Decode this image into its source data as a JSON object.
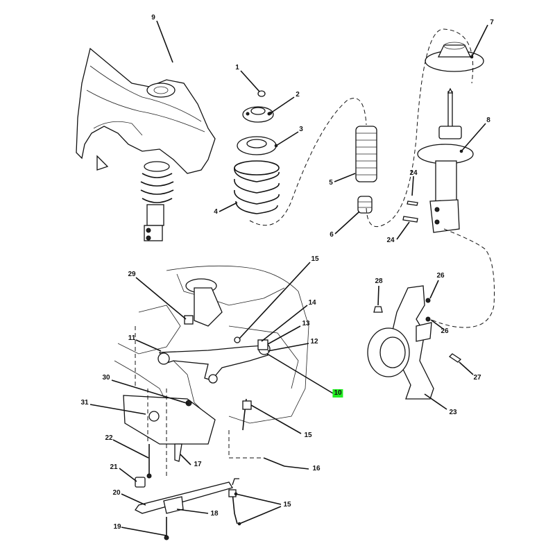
{
  "callouts": {
    "c1": "1",
    "c2": "2",
    "c3": "3",
    "c4": "4",
    "c5": "5",
    "c6": "6",
    "c7": "7",
    "c8": "8",
    "c9": "9",
    "c10": "10",
    "c11": "11",
    "c12": "12",
    "c13": "13",
    "c14": "14",
    "c15a": "15",
    "c15b": "15",
    "c15c": "15",
    "c16": "16",
    "c17": "17",
    "c18": "18",
    "c19": "19",
    "c20": "20",
    "c21": "21",
    "c22": "22",
    "c23": "23",
    "c24a": "24",
    "c24b": "24",
    "c26a": "26",
    "c26b": "26",
    "c27": "27",
    "c28": "28",
    "c29": "29",
    "c30": "30",
    "c31": "31"
  },
  "highlight_color": "#22ee22"
}
